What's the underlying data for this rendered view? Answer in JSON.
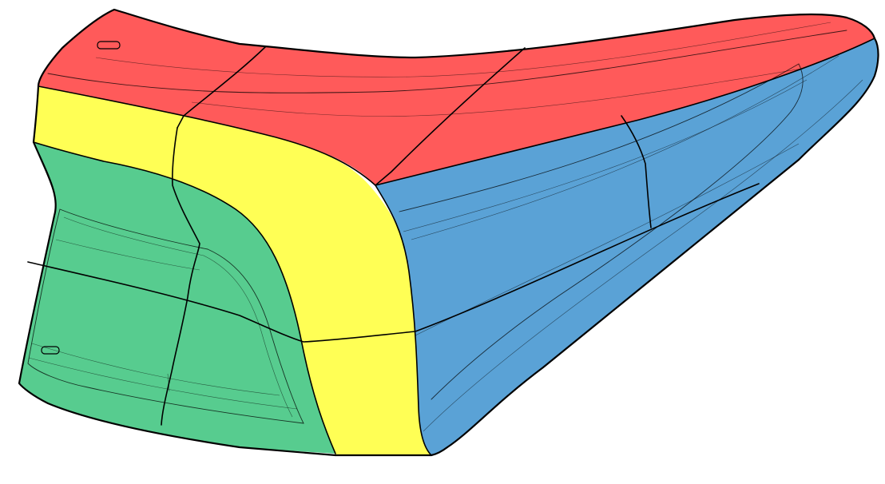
{
  "figure": {
    "regions": [
      {
        "key": "top",
        "color": "#ff5a5a"
      },
      {
        "key": "front",
        "color": "#ffff55"
      },
      {
        "key": "left",
        "color": "#57cc8f"
      },
      {
        "key": "right",
        "color": "#5aa2d6"
      }
    ],
    "outline_color": "#000000",
    "background": "#ffffff"
  }
}
